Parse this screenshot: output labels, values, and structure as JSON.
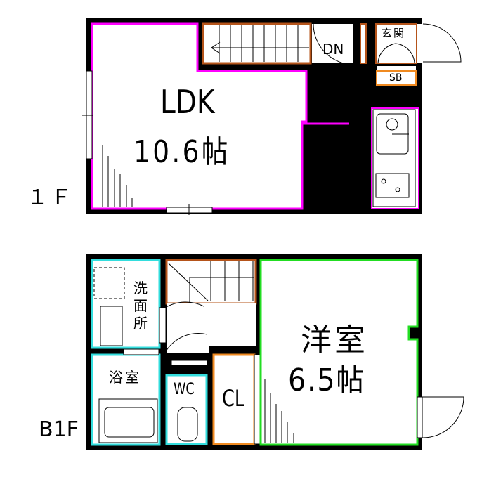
{
  "floors": {
    "f1": {
      "label": "１Ｆ",
      "rooms": {
        "ldk": {
          "name": "LDK",
          "size": "10.6帖"
        },
        "stairs_dn": "DN",
        "entrance": "玄関",
        "shoe_box": "SB"
      }
    },
    "b1f": {
      "label": "B1F",
      "rooms": {
        "western": {
          "name": "洋室",
          "size": "6.5帖"
        },
        "washroom": [
          "洗",
          "面",
          "所"
        ],
        "bath": "浴室",
        "wc": "WC",
        "closet": "CL"
      }
    }
  },
  "colors": {
    "wall": "#000000",
    "ldk_line": "#ff00ff",
    "western_line": "#22dd22",
    "wet_line": "#33dddd",
    "stair_line": "#b5541a",
    "storage_line": "#f08a20"
  }
}
